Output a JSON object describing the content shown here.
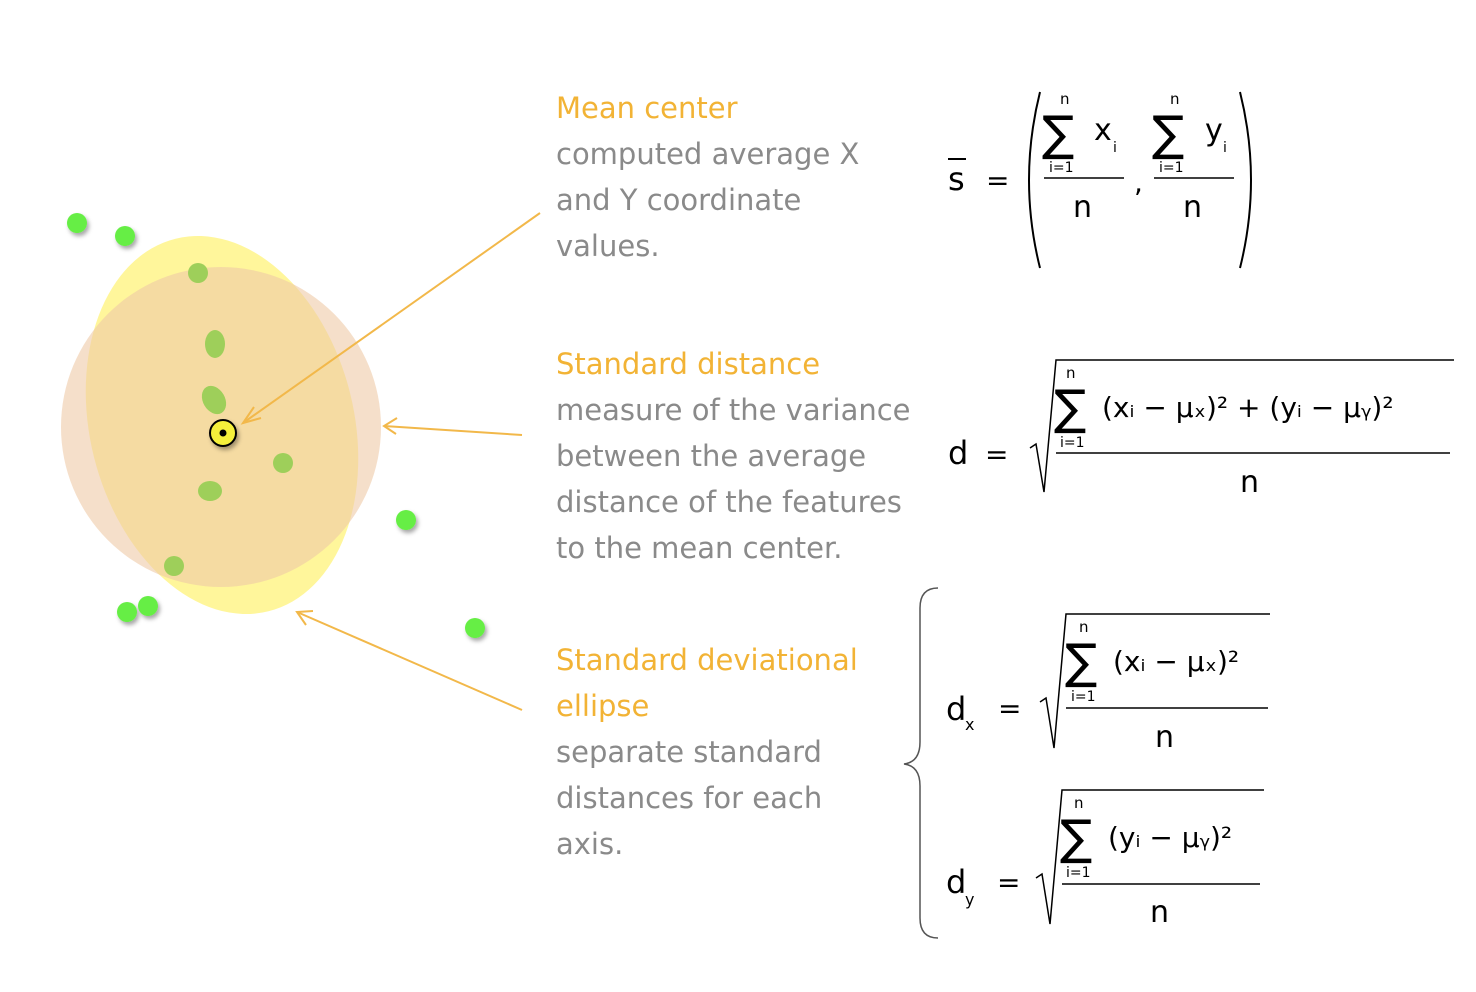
{
  "blocks": {
    "mean_center": {
      "title": "Mean center",
      "lines": [
        "computed average X",
        "and Y coordinate",
        "values."
      ]
    },
    "standard_distance": {
      "title": "Standard distance",
      "lines": [
        "measure of the variance",
        "between the average",
        "distance of the features",
        "to the mean center."
      ]
    },
    "sde": {
      "title_lines": [
        "Standard deviational",
        "ellipse"
      ],
      "lines": [
        "separate standard",
        "distances for each",
        "axis."
      ]
    }
  },
  "formulas": {
    "mean": {
      "lhs": "s",
      "eq": "=",
      "sum_top": "n",
      "sum_bottom": "i=1",
      "var_x": "x",
      "var_y": "y",
      "sub": "i",
      "denom": "n",
      "comma": ","
    },
    "sd": {
      "lhs": "d",
      "eq": "=",
      "sum_top": "n",
      "sum_bottom": "i=1",
      "numerator": "(xᵢ − μₓ)² + (yᵢ − μᵧ)²",
      "denom": "n"
    },
    "dx": {
      "lhs": "d",
      "lhs_sub": "x",
      "eq": "=",
      "sum_top": "n",
      "sum_bottom": "i=1",
      "numerator": "(xᵢ − μₓ)²",
      "denom": "n"
    },
    "dy": {
      "lhs": "d",
      "lhs_sub": "y",
      "eq": "=",
      "sum_top": "n",
      "sum_bottom": "i=1",
      "numerator": "(yᵢ − μᵧ)²",
      "denom": "n"
    }
  },
  "colors": {
    "label_accent": "#f2b335",
    "body_text": "#8a8a8a",
    "arrow": "#f2b84a",
    "point": "#66ee44",
    "point_dim": "#9ecf5a",
    "ellipse_fill": "#fff58a",
    "circle_fill": "#efc9a6",
    "mean_marker": "#f5f03a"
  }
}
